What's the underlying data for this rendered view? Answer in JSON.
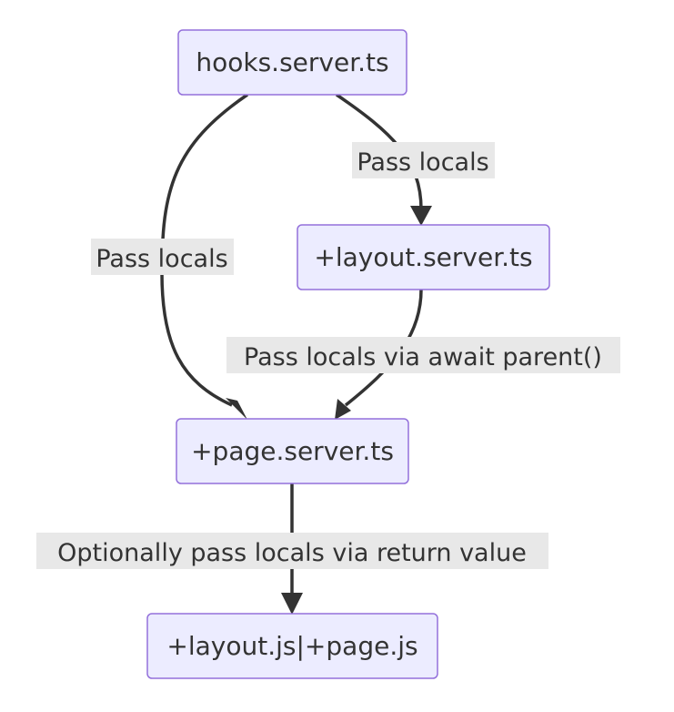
{
  "diagram": {
    "nodes": {
      "hooks": "hooks.server.ts",
      "layout_server": "+layout.server.ts",
      "page_server": "+page.server.ts",
      "client": "+layout.js|+page.js"
    },
    "edges": {
      "hooks_to_layout": "Pass locals",
      "hooks_to_page": "Pass locals",
      "layout_to_page": "Pass locals via await parent()",
      "page_to_client": "Optionally pass locals via return value"
    },
    "colors": {
      "node_fill": "#ECECFF",
      "node_stroke": "#9370DB",
      "edge": "#333333",
      "label_bg": "#E8E8E8"
    }
  }
}
